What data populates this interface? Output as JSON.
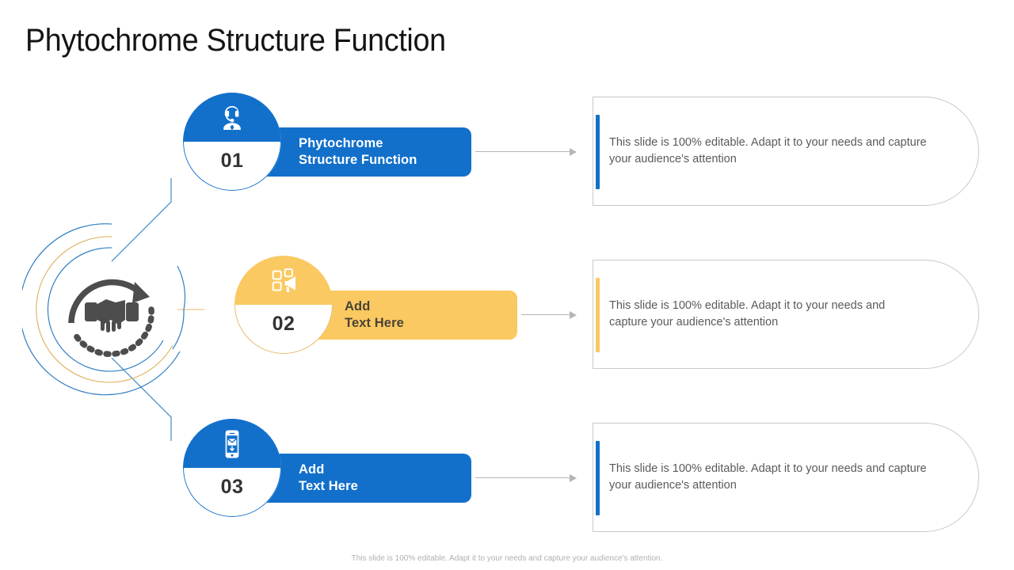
{
  "slide": {
    "title": "Phytochrome Structure Function",
    "background_color": "#ffffff",
    "footer_note": "This slide is 100% editable. Adapt it to your needs and capture your audience's attention."
  },
  "theme": {
    "blue": "#1270cb",
    "amber": "#fac961",
    "text_gray": "#5a5a5a",
    "number_gray": "#333333",
    "panel_border": "#c9c9c9",
    "arrow_gray": "#b6b6b6"
  },
  "hub": {
    "icon": "handshake-cycle-icon",
    "outer_ring_color": "#1270cb",
    "mid_ring_color": "#e4b764",
    "inner_ring_color": "#1270cb",
    "glyph_color": "#4d4d4d"
  },
  "items": [
    {
      "number": "01",
      "icon": "support-agent-icon",
      "label": "Phytochrome\nStructure Function",
      "accent": "blue",
      "description": "This slide is 100% editable. Adapt it to your needs and capture\nyour audience's attention"
    },
    {
      "number": "02",
      "icon": "megaphone-broadcast-icon",
      "label": "Add\nText Here",
      "accent": "amber",
      "description": "This slide is 100% editable. Adapt it to your needs and\ncapture your audience's attention"
    },
    {
      "number": "03",
      "icon": "mobile-email-icon",
      "label": "Add\nText Here",
      "accent": "blue",
      "description": "This slide is 100% editable. Adapt it to your needs and capture\nyour audience's attention"
    }
  ]
}
